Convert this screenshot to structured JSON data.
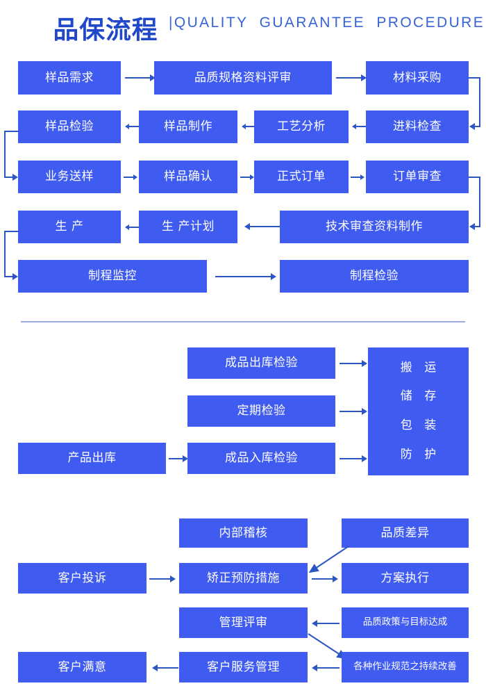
{
  "header": {
    "title_cn": "品保流程",
    "title_en": "|QUALITY  GUARANTEE  PROCEDURE",
    "accent_color": "#2048c8",
    "en_color": "#3664d6"
  },
  "theme": {
    "box_fill": "#3f5bf0",
    "box_text": "#ffffff",
    "connector": "#2b56c4",
    "divider": "#9aa9d8",
    "background": "#ffffff"
  },
  "sections": [
    {
      "id": "production-flow",
      "rows": [
        {
          "id": "row-1",
          "boxes": [
            {
              "id": "sample-requirement",
              "label": "样品需求"
            },
            {
              "id": "quality-spec-review",
              "label": "品质规格资料评审"
            },
            {
              "id": "material-purchase",
              "label": "材料采购"
            }
          ]
        },
        {
          "id": "row-2",
          "boxes": [
            {
              "id": "sample-inspection",
              "label": "样品检验"
            },
            {
              "id": "sample-making",
              "label": "样品制作"
            },
            {
              "id": "process-analysis",
              "label": "工艺分析"
            },
            {
              "id": "incoming-inspection",
              "label": "进料检查"
            }
          ]
        },
        {
          "id": "row-3",
          "boxes": [
            {
              "id": "business-sample-delivery",
              "label": "业务送样"
            },
            {
              "id": "sample-confirmation",
              "label": "样品确认"
            },
            {
              "id": "formal-order",
              "label": "正式订单"
            },
            {
              "id": "order-review",
              "label": "订单审查"
            }
          ]
        },
        {
          "id": "row-4",
          "boxes": [
            {
              "id": "production",
              "label": "生    产"
            },
            {
              "id": "production-plan",
              "label": "生 产计划"
            },
            {
              "id": "tech-review-doc",
              "label": "技术审查资料制作"
            }
          ]
        },
        {
          "id": "row-5",
          "boxes": [
            {
              "id": "process-monitoring",
              "label": "制程监控"
            },
            {
              "id": "process-inspection",
              "label": "制程检验"
            }
          ]
        }
      ]
    },
    {
      "id": "warehouse-flow",
      "boxes": [
        {
          "id": "finished-outbound-inspection",
          "label": "成品出库检验"
        },
        {
          "id": "periodic-inspection",
          "label": "定期检验"
        },
        {
          "id": "product-outbound",
          "label": "产品出库"
        },
        {
          "id": "finished-inbound-inspection",
          "label": "成品入库检验"
        }
      ],
      "tall_box": {
        "id": "handling-storage-packing-protection",
        "lines": [
          "搬  运",
          "储  存",
          "包  装",
          "防  护"
        ]
      }
    },
    {
      "id": "improvement-flow",
      "boxes": [
        {
          "id": "internal-audit",
          "label": "内部稽核"
        },
        {
          "id": "quality-deviation",
          "label": "品质差异"
        },
        {
          "id": "customer-complaint",
          "label": "客户投诉"
        },
        {
          "id": "corrective-preventive-action",
          "label": "矫正预防措施"
        },
        {
          "id": "plan-execution",
          "label": "方案执行"
        },
        {
          "id": "management-review",
          "label": "管理评审"
        },
        {
          "id": "quality-policy-goal",
          "label": "品质政策与目标达成"
        },
        {
          "id": "customer-satisfaction",
          "label": "客户满意"
        },
        {
          "id": "customer-service-management",
          "label": "客户服务管理"
        },
        {
          "id": "continuous-improvement",
          "label": "各种作业规范之持续改善"
        }
      ]
    }
  ]
}
